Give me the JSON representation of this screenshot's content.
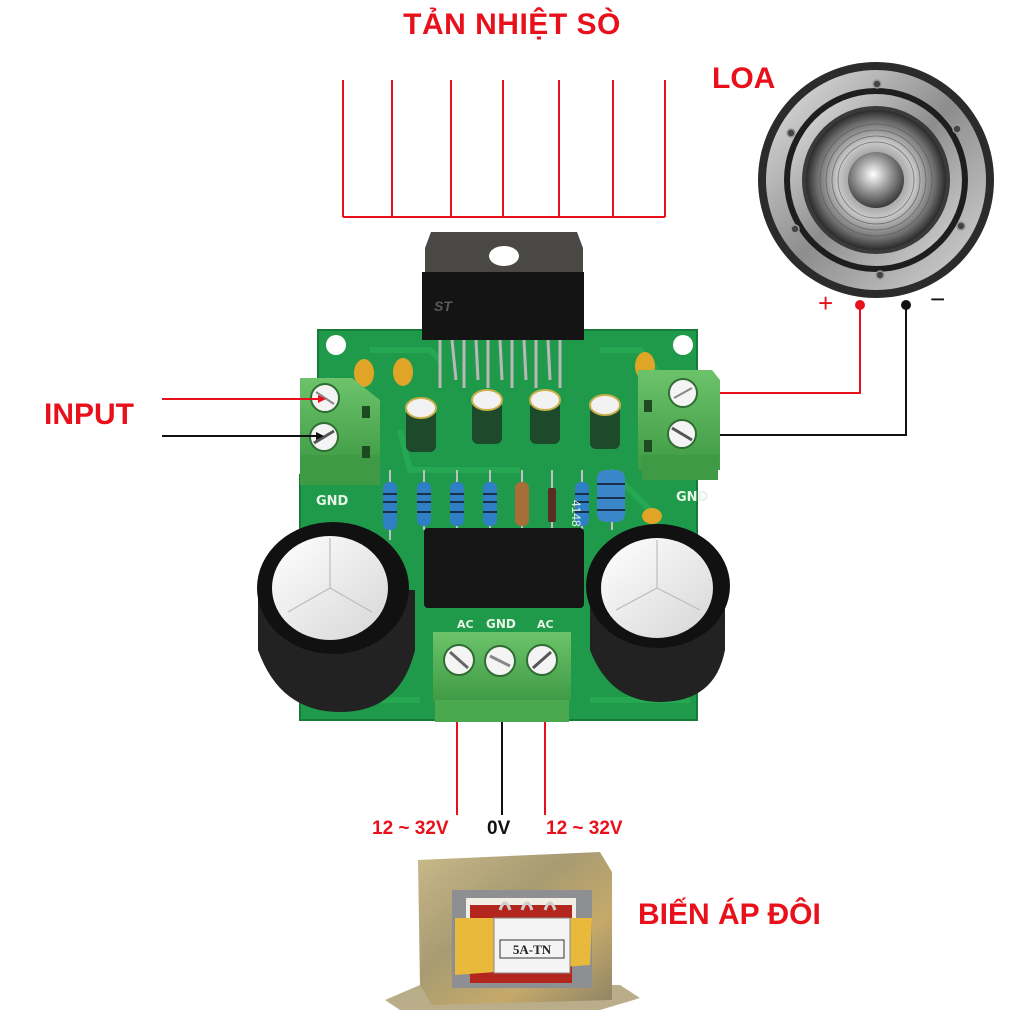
{
  "labels": {
    "heatsink": "TẢN NHIỆT SÒ",
    "speaker": "LOA",
    "input": "INPUT",
    "transformer": "BIẾN ÁP ĐÔI",
    "speaker_plus": "+",
    "speaker_minus": "−"
  },
  "power_terminals": [
    {
      "label": "12 ~ 32V",
      "wire_color": "#e8111b"
    },
    {
      "label": "0V",
      "wire_color": "#111111"
    },
    {
      "label": "12 ~ 32V",
      "wire_color": "#e8111b"
    }
  ],
  "board": {
    "silk_input_gnd": "GND",
    "silk_output_gnd": "GND",
    "silk_power": [
      "AC",
      "GND",
      "AC"
    ],
    "chip_logo": "ST",
    "diode_marking": "4148"
  },
  "transformer_label": "5A-TN",
  "colors": {
    "annotation_red": "#e8111b",
    "wire_black": "#111111",
    "pcb_green": "#1f9a4a",
    "terminal_green": "#5cb85c"
  }
}
